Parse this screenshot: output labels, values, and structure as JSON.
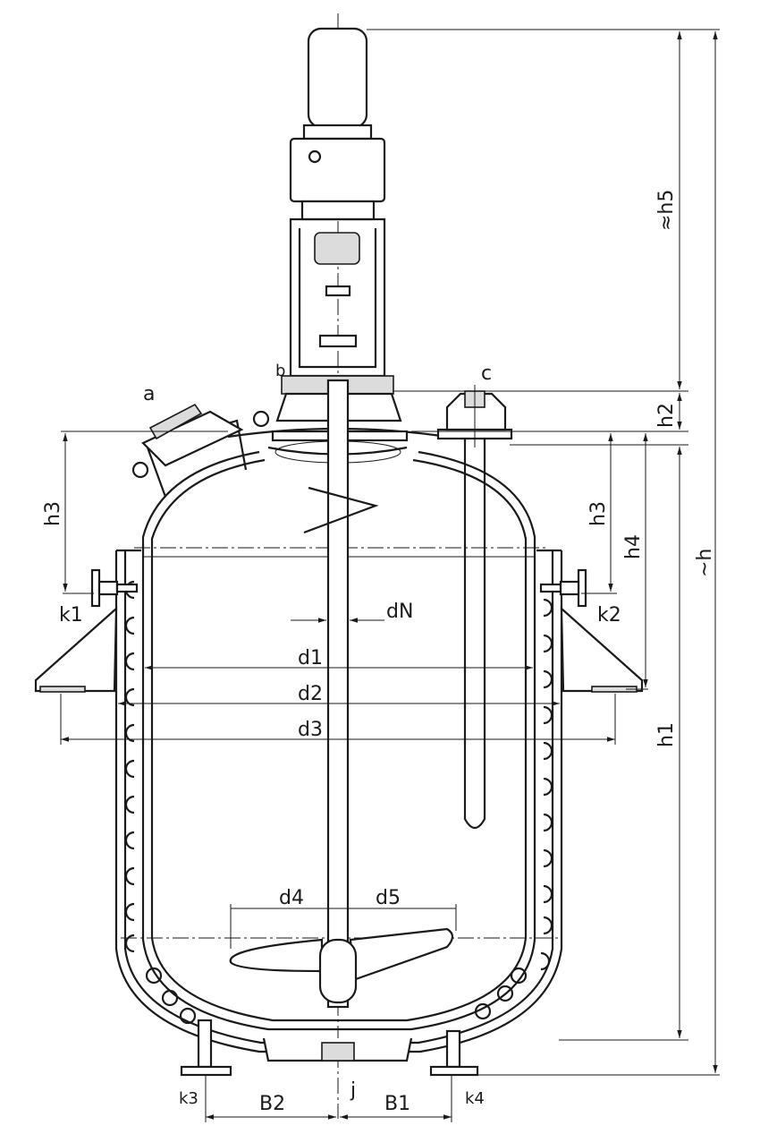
{
  "labels": {
    "a": "a",
    "b": "b",
    "c": "c",
    "h": "~h",
    "h1": "h1",
    "h2": "h2",
    "h3_left": "h3",
    "h3_right": "h3",
    "h4": "h4",
    "h5": "≈h5",
    "dN": "dN",
    "d1": "d1",
    "d2": "d2",
    "d3": "d3",
    "d4": "d4",
    "d5": "d5",
    "k1": "k1",
    "k2": "k2",
    "k3": "k3",
    "k4": "k4",
    "B1": "B1",
    "B2": "B2",
    "j": "j"
  }
}
